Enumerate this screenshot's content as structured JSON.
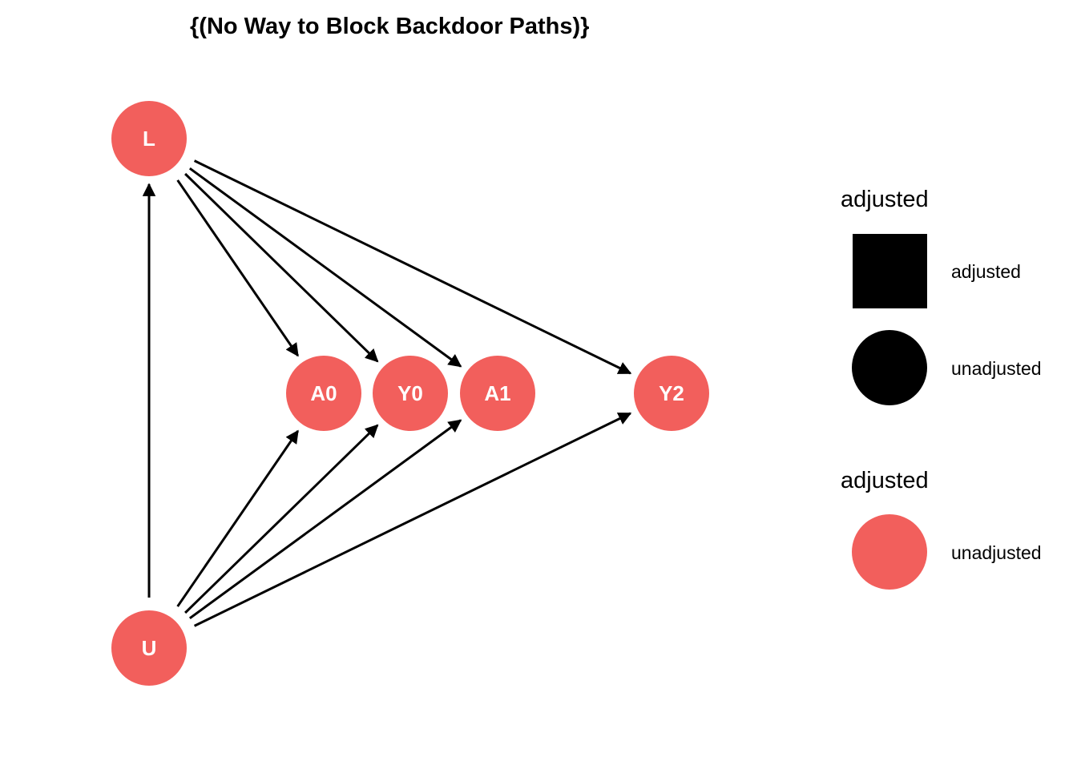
{
  "title": "{(No Way to Block Backdoor Paths)}",
  "colors": {
    "node_fill": "#F25F5C",
    "edge": "#000000",
    "label": "#ffffff",
    "legend_shape": "#000000"
  },
  "nodes": [
    {
      "id": "L",
      "label": "L"
    },
    {
      "id": "U",
      "label": "U"
    },
    {
      "id": "A0",
      "label": "A0"
    },
    {
      "id": "Y0",
      "label": "Y0"
    },
    {
      "id": "A1",
      "label": "A1"
    },
    {
      "id": "Y2",
      "label": "Y2"
    }
  ],
  "edges": [
    {
      "from": "U",
      "to": "L"
    },
    {
      "from": "L",
      "to": "A0"
    },
    {
      "from": "L",
      "to": "Y0"
    },
    {
      "from": "L",
      "to": "A1"
    },
    {
      "from": "L",
      "to": "Y2"
    },
    {
      "from": "U",
      "to": "A0"
    },
    {
      "from": "U",
      "to": "Y0"
    },
    {
      "from": "U",
      "to": "A1"
    },
    {
      "from": "U",
      "to": "Y2"
    }
  ],
  "legend": {
    "shape": {
      "title": "adjusted",
      "items": [
        {
          "label": "adjusted",
          "shape": "square-icon"
        },
        {
          "label": "unadjusted",
          "shape": "circle-icon"
        }
      ]
    },
    "color": {
      "title": "adjusted",
      "items": [
        {
          "label": "unadjusted",
          "shape": "circle-icon"
        }
      ]
    }
  }
}
